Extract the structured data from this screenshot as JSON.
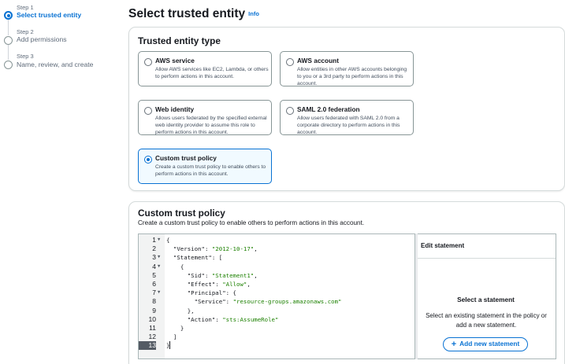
{
  "steps": [
    {
      "num": "Step 1",
      "name": "Select trusted entity"
    },
    {
      "num": "Step 2",
      "name": "Add permissions"
    },
    {
      "num": "Step 3",
      "name": "Name, review, and create"
    }
  ],
  "page": {
    "title": "Select trusted entity",
    "info": "Info"
  },
  "entity_type": {
    "title": "Trusted entity type",
    "options": [
      {
        "title": "AWS service",
        "desc": "Allow AWS services like EC2, Lambda, or others to perform actions in this account."
      },
      {
        "title": "AWS account",
        "desc": "Allow entities in other AWS accounts belonging to you or a 3rd party to perform actions in this account."
      },
      {
        "title": "Web identity",
        "desc": "Allows users federated by the specified external web identity provider to assume this role to perform actions in this account."
      },
      {
        "title": "SAML 2.0 federation",
        "desc": "Allow users federated with SAML 2.0 from a corporate directory to perform actions in this account."
      },
      {
        "title": "Custom trust policy",
        "desc": "Create a custom trust policy to enable others to perform actions in this account."
      }
    ],
    "selected": "Custom trust policy"
  },
  "policy": {
    "title": "Custom trust policy",
    "desc": "Create a custom trust policy to enable others to perform actions in this account.",
    "lines": [
      {
        "n": "1",
        "fold": true,
        "indent": "",
        "parts": [
          [
            "p",
            "{"
          ]
        ]
      },
      {
        "n": "2",
        "fold": false,
        "indent": "  ",
        "parts": [
          [
            "key",
            "\"Version\""
          ],
          [
            "p",
            ": "
          ],
          [
            "str",
            "\"2012-10-17\""
          ],
          [
            "p",
            ","
          ]
        ]
      },
      {
        "n": "3",
        "fold": true,
        "indent": "  ",
        "parts": [
          [
            "key",
            "\"Statement\""
          ],
          [
            "p",
            ": ["
          ]
        ]
      },
      {
        "n": "4",
        "fold": true,
        "indent": "    ",
        "parts": [
          [
            "p",
            "{"
          ]
        ]
      },
      {
        "n": "5",
        "fold": false,
        "indent": "      ",
        "parts": [
          [
            "key",
            "\"Sid\""
          ],
          [
            "p",
            ": "
          ],
          [
            "str",
            "\"Statement1\""
          ],
          [
            "p",
            ","
          ]
        ]
      },
      {
        "n": "6",
        "fold": false,
        "indent": "      ",
        "parts": [
          [
            "key",
            "\"Effect\""
          ],
          [
            "p",
            ": "
          ],
          [
            "str",
            "\"Allow\""
          ],
          [
            "p",
            ","
          ]
        ]
      },
      {
        "n": "7",
        "fold": true,
        "indent": "      ",
        "parts": [
          [
            "key",
            "\"Principal\""
          ],
          [
            "p",
            ": {"
          ]
        ]
      },
      {
        "n": "8",
        "fold": false,
        "indent": "        ",
        "parts": [
          [
            "key",
            "\"Service\""
          ],
          [
            "p",
            ": "
          ],
          [
            "str",
            "\"resource-groups.amazonaws.com\""
          ]
        ]
      },
      {
        "n": "9",
        "fold": false,
        "indent": "      ",
        "parts": [
          [
            "p",
            "},"
          ]
        ]
      },
      {
        "n": "10",
        "fold": false,
        "indent": "      ",
        "parts": [
          [
            "key",
            "\"Action\""
          ],
          [
            "p",
            ": "
          ],
          [
            "str",
            "\"sts:AssumeRole\""
          ]
        ]
      },
      {
        "n": "11",
        "fold": false,
        "indent": "    ",
        "parts": [
          [
            "p",
            "}"
          ]
        ]
      },
      {
        "n": "12",
        "fold": false,
        "indent": "  ",
        "parts": [
          [
            "p",
            "]"
          ]
        ]
      },
      {
        "n": "13",
        "fold": false,
        "indent": "",
        "parts": [
          [
            "p",
            "}"
          ]
        ],
        "current": true
      }
    ]
  },
  "edit_statement": {
    "header": "Edit statement",
    "empty_title": "Select a statement",
    "empty_desc": "Select an existing statement in the policy or add a new statement.",
    "add_button": "Add new statement"
  }
}
